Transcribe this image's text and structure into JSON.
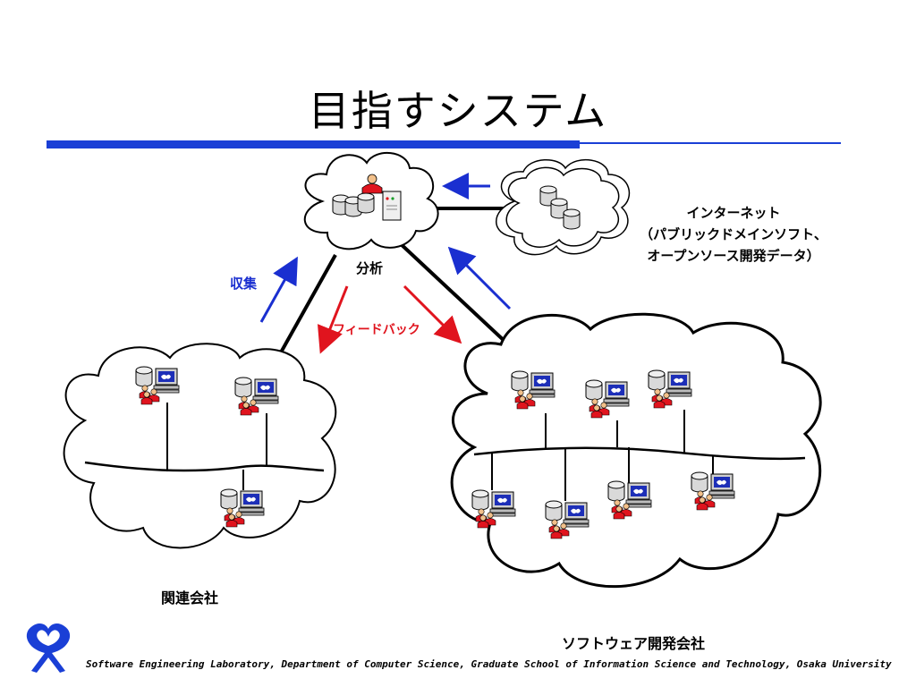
{
  "title": "目指すシステム",
  "labels": {
    "analysis": "分析",
    "collect": "収集",
    "feedback": "フィードバック",
    "related": "関連会社",
    "software_company": "ソフトウェア開発会社",
    "internet": [
      "インターネット",
      "（パブリックドメインソフト、",
      "オープンソース開発データ）"
    ]
  },
  "footer": "Software Engineering Laboratory, Department of Computer Science, Graduate School of Information Science and Technology, Osaka University",
  "colors": {
    "accent_rule": "#1a3fd6",
    "collect_arrow": "#1a2fd0",
    "feedback_arrow": "#e0141e",
    "logo": "#1a3fd6",
    "person": "#e0141e"
  }
}
